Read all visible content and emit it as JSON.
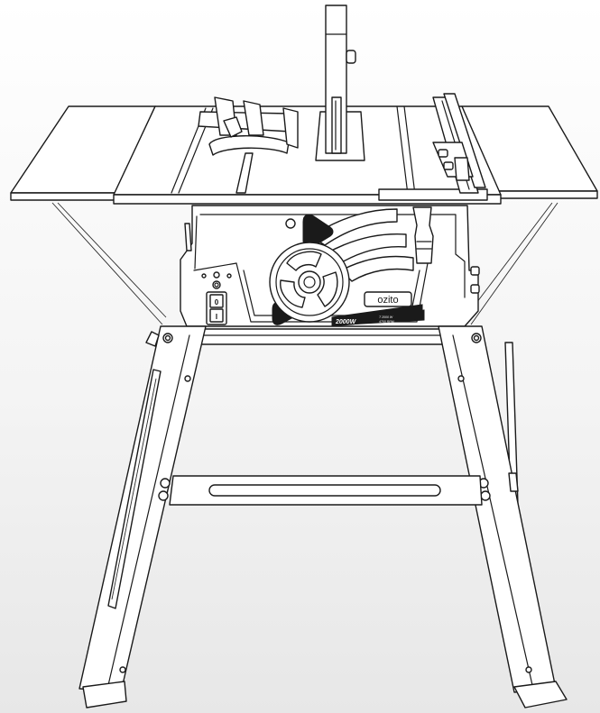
{
  "brand": {
    "logo_text": "ozito"
  },
  "motor_badge": {
    "power": "2000W",
    "fineprint_1": "T 2000 W",
    "fineprint_2": "4700 RPM"
  },
  "power_switch": {
    "on_label": "I",
    "off_label": "0"
  },
  "colors": {
    "outline": "#1a1a1a",
    "fill": "#ffffff",
    "background_bottom": "#e7e7e7"
  }
}
